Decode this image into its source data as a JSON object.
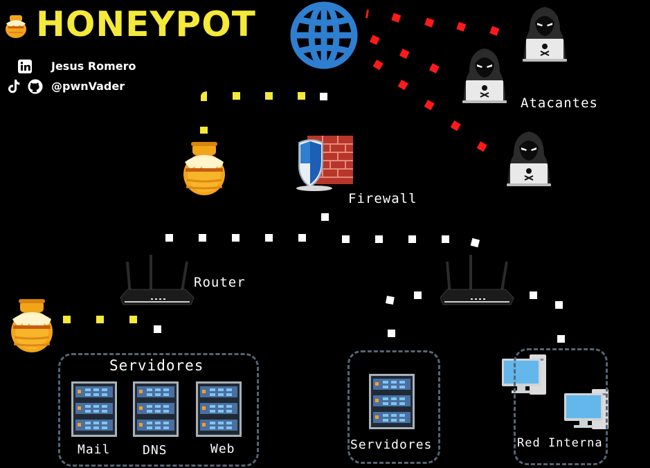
{
  "header": {
    "title": "HONEYPOT",
    "author": "Jesus Romero",
    "handle": "@pwnVader"
  },
  "nodes": {
    "attackers": "Atacantes",
    "firewall": "Firewall",
    "router": "Router",
    "servers_group": "Servidores",
    "mail": "Mail",
    "dns": "DNS",
    "web": "Web",
    "servers_single": "Servidores",
    "internal": "Red Interna"
  },
  "colors": {
    "title": "#f5e93a",
    "attack_dots": "#ff1a1a",
    "honey_dots": "#f5e93a",
    "network_dots": "#ffffff",
    "globe": "#2f7fd0",
    "box_border": "#556575"
  },
  "icons": [
    "honeypot-icon",
    "globe-icon",
    "hacker-icon",
    "firewall-icon",
    "router-icon",
    "server-icon",
    "computer-icon",
    "linkedin-icon",
    "tiktok-icon",
    "github-icon"
  ]
}
